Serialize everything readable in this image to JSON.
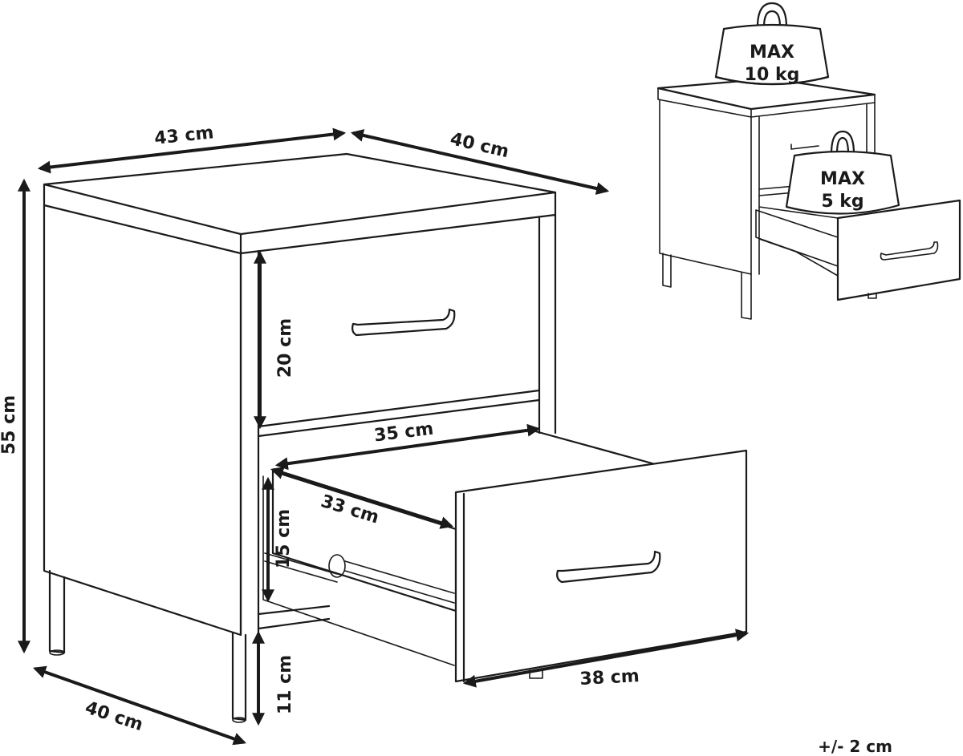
{
  "dimensions": {
    "top_width": "43 cm",
    "top_depth": "40 cm",
    "total_height": "55 cm",
    "drawer_height_top": "20 cm",
    "drawer_height_bottom": "15 cm",
    "inner_width": "35 cm",
    "inner_depth": "33 cm",
    "drawer_front_width": "38 cm",
    "leg_height": "11 cm",
    "base_depth": "40 cm"
  },
  "weights": {
    "top": {
      "line1": "MAX",
      "line2": "10 kg"
    },
    "drawer": {
      "line1": "MAX",
      "line2": "5 kg"
    }
  },
  "tolerance": "+/- 2 cm"
}
